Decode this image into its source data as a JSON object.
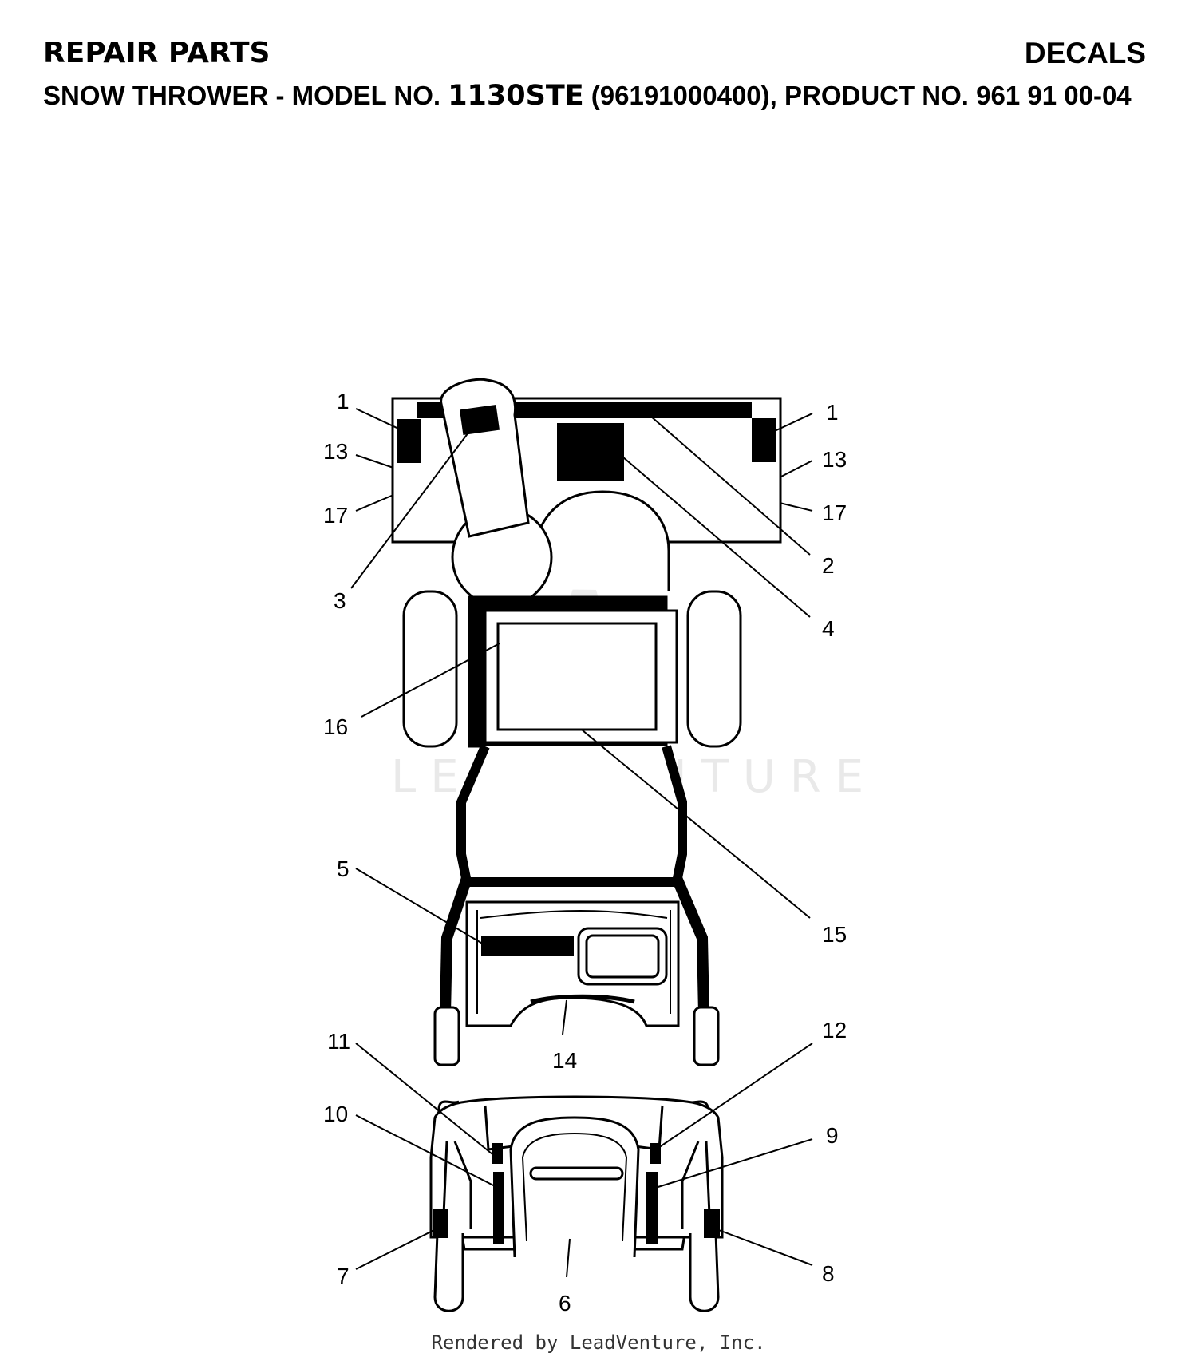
{
  "header": {
    "title_left": "REPAIR PARTS",
    "title_right": "DECALS",
    "subtitle_prefix": "SNOW THROWER - MODEL NO. ",
    "subtitle_model": "1130STE",
    "subtitle_suffix": " (96191000400), PRODUCT NO. 961 91 00-04"
  },
  "watermark": "LEADVENTURE",
  "callouts": {
    "c1_left": "1",
    "c13_left": "13",
    "c17_left": "17",
    "c3": "3",
    "c1_right": "1",
    "c13_right": "13",
    "c17_right": "17",
    "c2": "2",
    "c4": "4",
    "c16": "16",
    "c5": "5",
    "c15": "15",
    "c14": "14",
    "c11": "11",
    "c12": "12",
    "c10": "10",
    "c9": "9",
    "c7": "7",
    "c8": "8",
    "c6": "6"
  },
  "footer": "Rendered by LeadVenture, Inc."
}
